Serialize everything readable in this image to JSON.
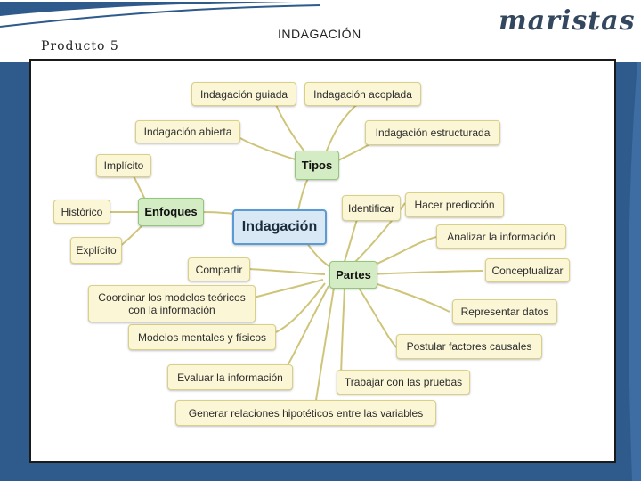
{
  "header": {
    "product_label": "Producto 5",
    "title": "INDAGACIÓN",
    "brand": "maristas"
  },
  "colors": {
    "background": "#2f5a8c",
    "node_fill": "#fbf6d6",
    "category_fill": "#d4ecc3",
    "center_fill": "#d8e8f4",
    "center_border": "#5b9bd5",
    "link": "#cfc57a"
  },
  "diagram": {
    "center": "Indagación",
    "tipos": {
      "label": "Tipos",
      "items": [
        "Indagación guiada",
        "Indagación acoplada",
        "Indagación abierta",
        "Indagación estructurada"
      ]
    },
    "enfoques": {
      "label": "Enfoques",
      "items": [
        "Implícito",
        "Histórico",
        "Explícito"
      ]
    },
    "partes": {
      "label": "Partes",
      "items": [
        "Identificar",
        "Hacer predicción",
        "Analizar la información",
        "Conceptualizar",
        "Representar datos",
        "Postular factores causales",
        "Trabajar con las pruebas",
        "Generar relaciones hipotéticos entre las variables",
        "Evaluar la información",
        "Modelos mentales y físicos",
        "Coordinar los modelos teóricos con la información",
        "Compartir"
      ]
    }
  }
}
